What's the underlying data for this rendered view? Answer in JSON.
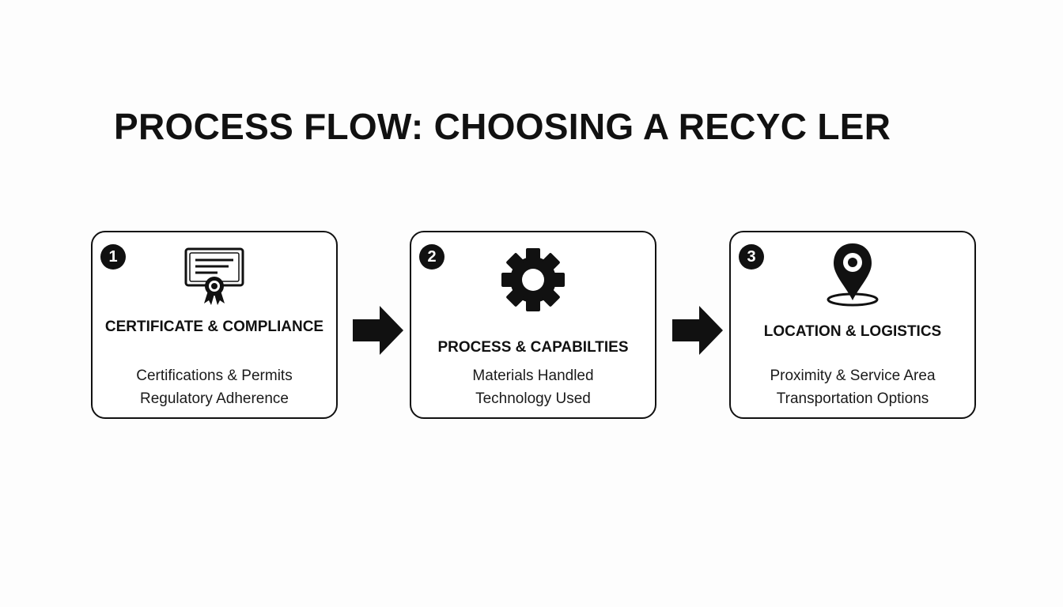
{
  "title": "PROCESS FLOW: CHOOSING A RECYC LER",
  "steps": [
    {
      "number": "1",
      "icon": "certificate-icon",
      "title": "CERTIFICATE & COMPLIANCE",
      "details": [
        "Certifications & Permits",
        "Regulatory Adherence"
      ]
    },
    {
      "number": "2",
      "icon": "gear-icon",
      "title": "PROCESS & CAPABILTIES",
      "details": [
        "Materials Handled",
        "Technology Used"
      ]
    },
    {
      "number": "3",
      "icon": "location-pin-icon",
      "title": "LOCATION & LOGISTICS",
      "details": [
        "Proximity & Service Area",
        "Transportation Options"
      ]
    }
  ],
  "arrows": [
    "arrow-right-icon",
    "arrow-right-icon"
  ],
  "colors": {
    "ink": "#111111",
    "background": "#fdfdfd",
    "card": "#ffffff"
  }
}
